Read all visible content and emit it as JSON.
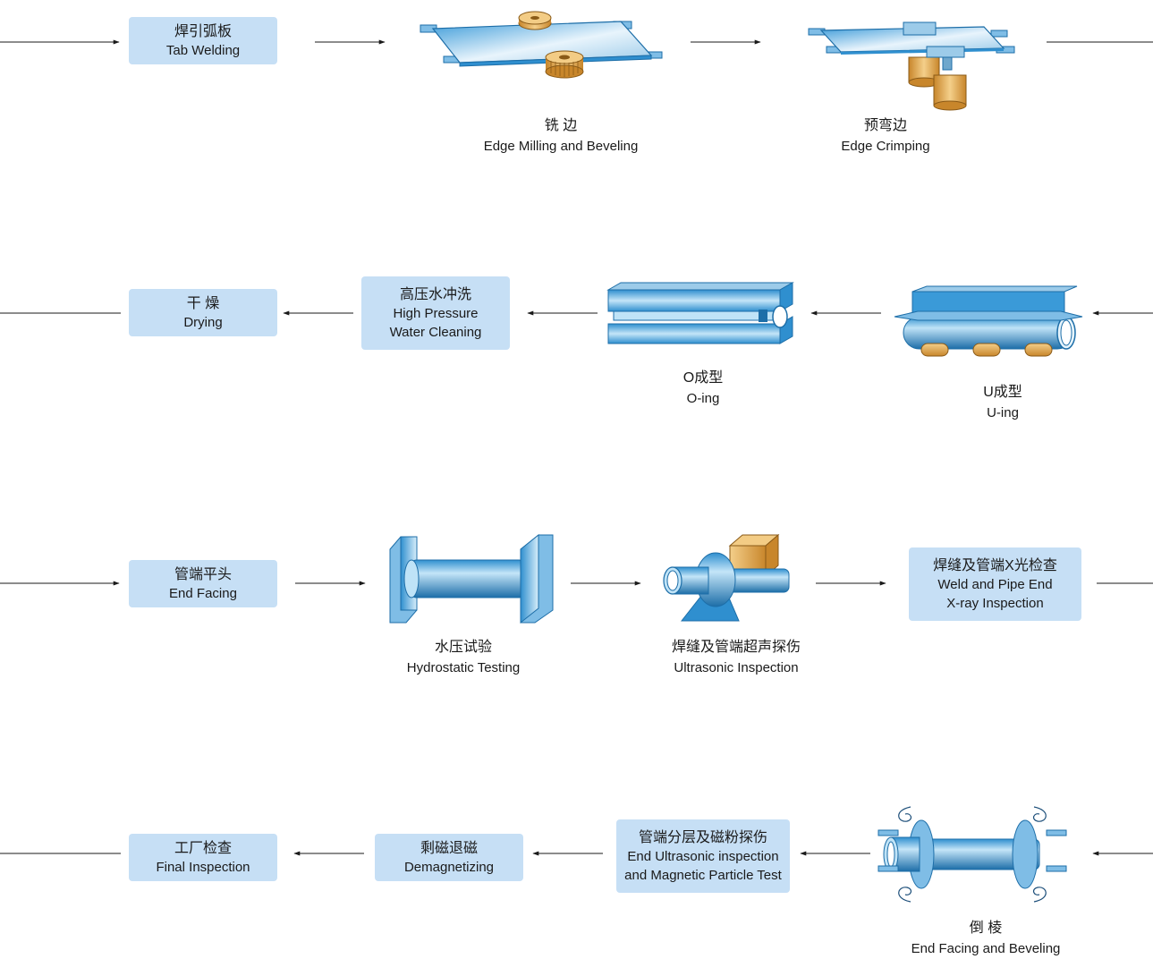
{
  "steps": {
    "tab_welding": {
      "cn": "焊引弧板",
      "en": "Tab Welding"
    },
    "edge_milling": {
      "cn": "铣 边",
      "en": "Edge Milling and Beveling"
    },
    "edge_crimping": {
      "cn": "预弯边",
      "en": "Edge Crimping"
    },
    "u_ing": {
      "cn": "U成型",
      "en": "U-ing"
    },
    "o_ing": {
      "cn": "O成型",
      "en": "O-ing"
    },
    "water_cleaning": {
      "cn": "高压水冲洗",
      "en1": "High Pressure",
      "en2": "Water Cleaning"
    },
    "drying": {
      "cn": "干 燥",
      "en": "Drying"
    },
    "xray": {
      "cn": "焊缝及管端X光检查",
      "en1": "Weld and Pipe End",
      "en2": "X-ray Inspection"
    },
    "ultrasonic": {
      "cn": "焊缝及管端超声探伤",
      "en": "Ultrasonic Inspection"
    },
    "hydrostatic": {
      "cn": "水压试验",
      "en": "Hydrostatic Testing"
    },
    "end_facing": {
      "cn": "管端平头",
      "en": "End Facing"
    },
    "end_beveling": {
      "cn": "倒 棱",
      "en": "End Facing and Beveling"
    },
    "end_ut_mpt": {
      "cn": "管端分层及磁粉探伤",
      "en1": "End Ultrasonic inspection",
      "en2": "and Magnetic Particle Test"
    },
    "demagnetizing": {
      "cn": "剩磁退磁",
      "en": "Demagnetizing"
    },
    "final_inspection": {
      "cn": "工厂检查",
      "en": "Final Inspection"
    }
  },
  "colors": {
    "box_fill": "#c6dff5",
    "steel_blue": "#2f8fcf",
    "steel_light": "#bfe0f5",
    "roller_tan": "#d9a441",
    "line": "#1a1a1a"
  }
}
